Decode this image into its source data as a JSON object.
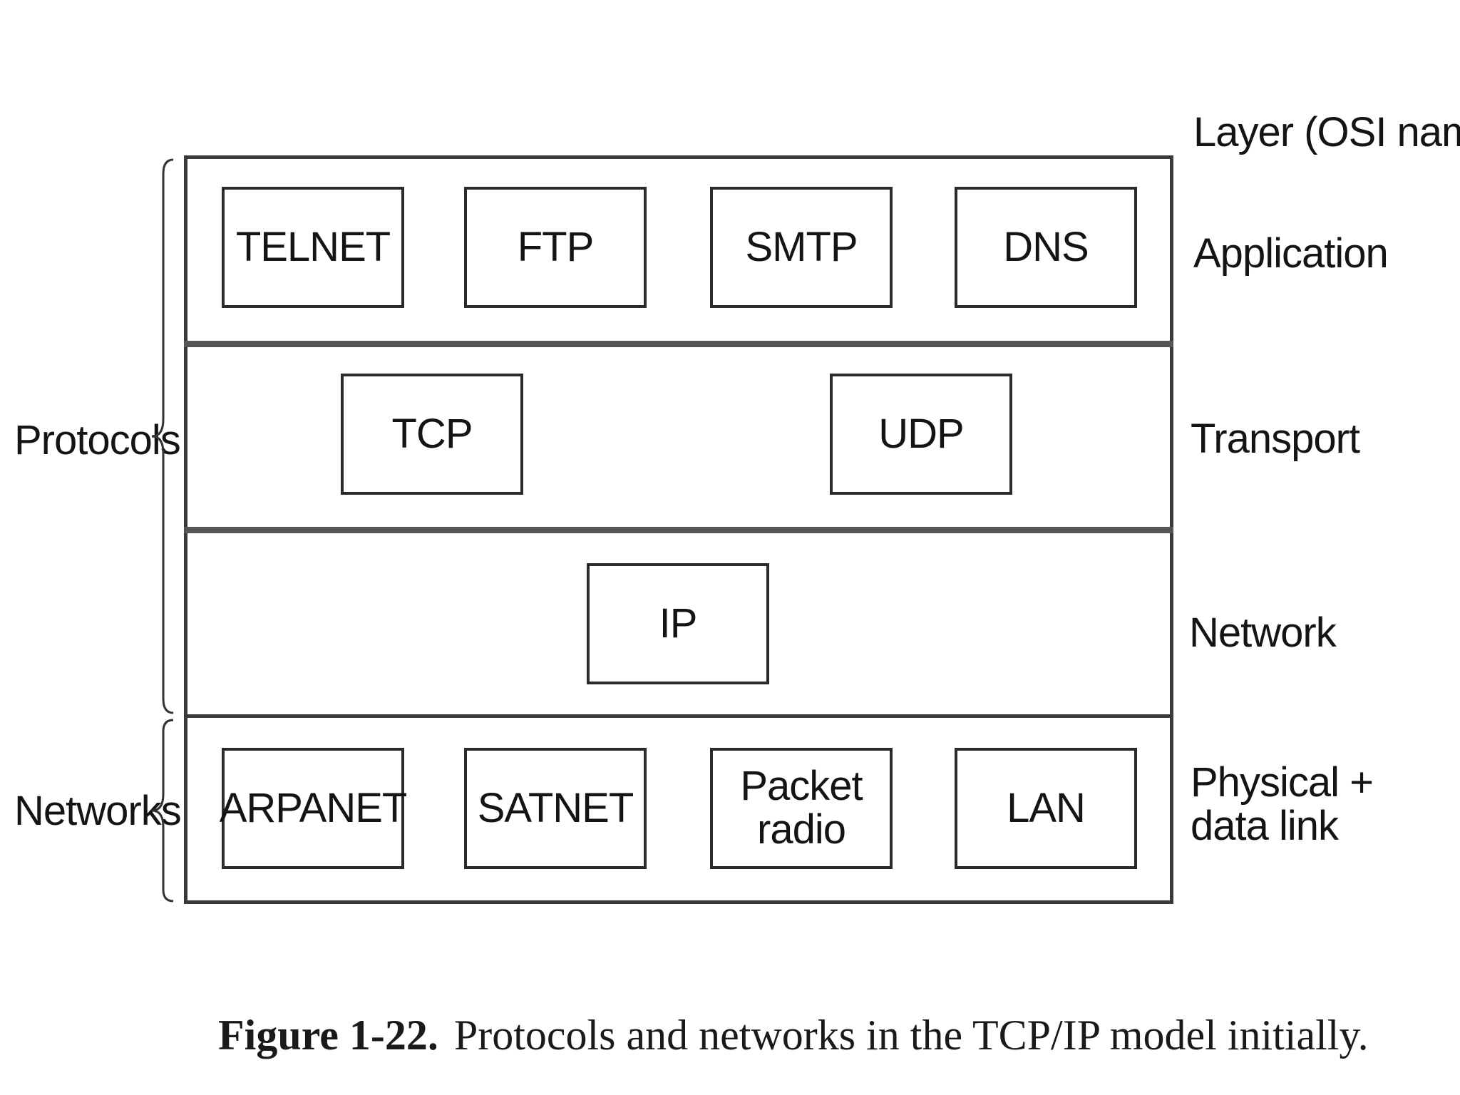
{
  "layer_header": "Layer (OSI names)",
  "layers": {
    "application": "Application",
    "transport": "Transport",
    "network": "Network",
    "physical_line1": "Physical +",
    "physical_line2": "data link"
  },
  "groups": {
    "protocols": "Protocols",
    "networks": "Networks"
  },
  "boxes": {
    "telnet": "TELNET",
    "ftp": "FTP",
    "smtp": "SMTP",
    "dns": "DNS",
    "tcp": "TCP",
    "udp": "UDP",
    "ip": "IP",
    "arpanet": "ARPANET",
    "satnet": "SATNET",
    "packet_line1": "Packet",
    "packet_line2": "radio",
    "lan": "LAN"
  },
  "caption": {
    "figure": "Figure 1-22.",
    "text": "Protocols and networks in the TCP/IP model initially."
  }
}
